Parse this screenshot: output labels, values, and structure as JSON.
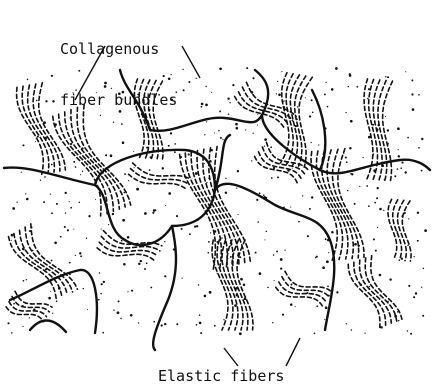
{
  "figure": {
    "labels": {
      "top_line1": "Collagenous",
      "top_line2": "fiber bundles",
      "bottom": "Elastic fibers"
    },
    "colors": {
      "ink": "#111111",
      "background": "#ffffff"
    }
  }
}
